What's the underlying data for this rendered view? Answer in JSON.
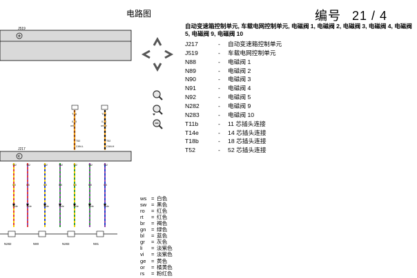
{
  "header": {
    "title": "电路图",
    "page_label": "编号",
    "page_number": "21 / 4"
  },
  "description": {
    "title": "自动变速箱控制单元, 车载电网控制单元, 电磁阀 1, 电磁阀 2, 电磁阀 3, 电磁阀 4, 电磁阀 5, 电磁阀 9, 电磁阀 10",
    "items": [
      {
        "code": "J217",
        "text": "自动变速箱控制单元"
      },
      {
        "code": "J519",
        "text": "车载电网控制单元"
      },
      {
        "code": "N88",
        "text": "电磁阀 1"
      },
      {
        "code": "N89",
        "text": "电磁阀 2"
      },
      {
        "code": "N90",
        "text": "电磁阀 3"
      },
      {
        "code": "N91",
        "text": "电磁阀 4"
      },
      {
        "code": "N92",
        "text": "电磁阀 5"
      },
      {
        "code": "N282",
        "text": "电磁阀 9"
      },
      {
        "code": "N283",
        "text": "电磁阀 10"
      },
      {
        "code": "T11b",
        "text": "11 芯插头连接"
      },
      {
        "code": "T14e",
        "text": "14 芯插头连接"
      },
      {
        "code": "T18b",
        "text": "18 芯插头连接"
      },
      {
        "code": "T52",
        "text": "52 芯插头连接"
      }
    ]
  },
  "color_legend": [
    {
      "code": "ws",
      "text": "白色"
    },
    {
      "code": "sw",
      "text": "黑色"
    },
    {
      "code": "ro",
      "text": "红色"
    },
    {
      "code": "rt",
      "text": "红色"
    },
    {
      "code": "br",
      "text": "褐色"
    },
    {
      "code": "gn",
      "text": "绿色"
    },
    {
      "code": "bl",
      "text": "蓝色"
    },
    {
      "code": "gr",
      "text": "灰色"
    },
    {
      "code": "li",
      "text": "淡紫色"
    },
    {
      "code": "vi",
      "text": "淡紫色"
    },
    {
      "code": "ge",
      "text": "黄色"
    },
    {
      "code": "or",
      "text": "橘黄色"
    },
    {
      "code": "rs",
      "text": "粉红色"
    }
  ],
  "diagram": {
    "j519_label": "J519",
    "j217_label": "J217",
    "top_connector_1": "T18",
    "top_connector_2": "T18",
    "wire_top_1": "0,35",
    "wire_top_2": "0,35",
    "wire_top_1_color": "or/br",
    "wire_top_2_color": "or/sw",
    "can_1": "CAN-L",
    "can_2": "CAN-H",
    "pin_top_1": "T52",
    "pin_top_2": "T52",
    "components": [
      "N282",
      "N90",
      "N283",
      "N91"
    ],
    "wire_colors": {
      "orange": "#f39c12",
      "brown": "#8b4513",
      "red": "#e53935",
      "green": "#2e9e3a",
      "blue": "#1e3fd0",
      "yellow": "#f5d000",
      "violet": "#8e44ad",
      "black": "#111111",
      "grey_band": "#d9d9d9"
    }
  },
  "controls": {
    "nav": [
      "arrow-up-left-icon",
      "arrow-up-right-icon",
      "arrow-down-left-icon",
      "arrow-down-right-icon"
    ],
    "tools": [
      "zoom-in-icon",
      "zoom-out-icon",
      "zoom-reset-icon"
    ]
  }
}
